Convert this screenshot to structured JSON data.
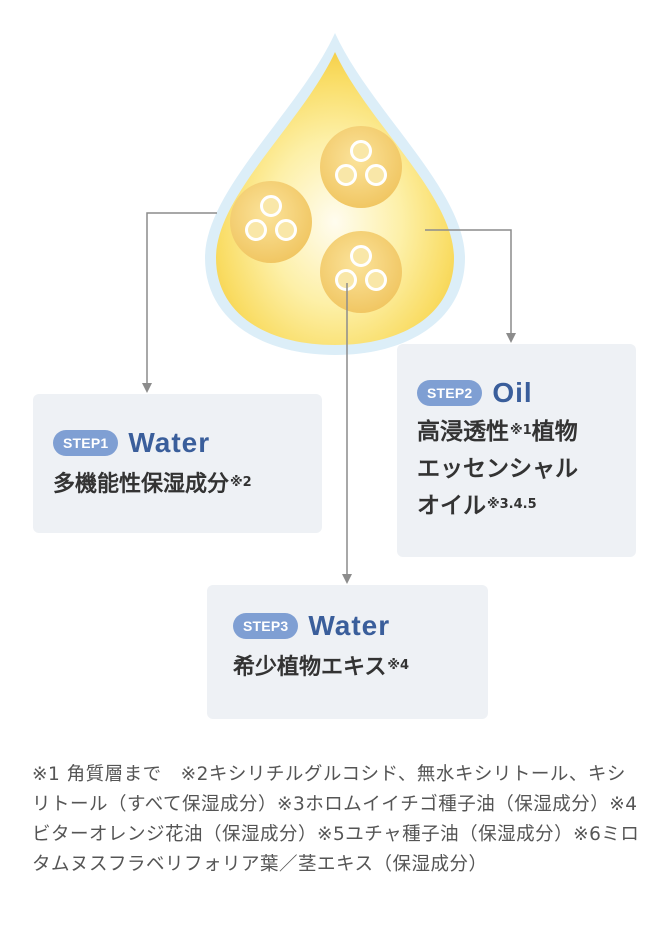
{
  "colors": {
    "drop_outer": "#d8ecf6",
    "drop_inner": "#f8d34e",
    "capsule": "#f6cf6e",
    "arrow": "#8c8c8c",
    "card_bg": "#eef1f5",
    "badge_bg": "#7f9fd3",
    "title": "#3a5e9b"
  },
  "icons": [
    "oil-drop-icon",
    "capsule-icon"
  ],
  "steps": [
    {
      "badge": "STEP1",
      "title": "Water",
      "lines": [
        {
          "text": "多機能性保湿成分",
          "note": "※2"
        }
      ]
    },
    {
      "badge": "STEP2",
      "title": "Oil",
      "lines": [
        {
          "text": "高浸透性",
          "note": "※1",
          "text_after": "植物"
        },
        {
          "text": "エッセンシャル"
        },
        {
          "text": "オイル",
          "note": "※3.4.5"
        }
      ]
    },
    {
      "badge": "STEP3",
      "title": "Water",
      "lines": [
        {
          "text": "希少植物エキス",
          "note": "※4"
        }
      ]
    }
  ],
  "footnote": "※1 角質層まで　※2キシリチルグルコシド、無水キシリトール、キシリトール（すべて保湿成分）※3ホロムイイチゴ種子油（保湿成分）※4ビターオレンジ花油（保湿成分）※5ユチャ種子油（保湿成分）※6ミロタムヌスフラベリフォリア葉／茎エキス（保湿成分）"
}
